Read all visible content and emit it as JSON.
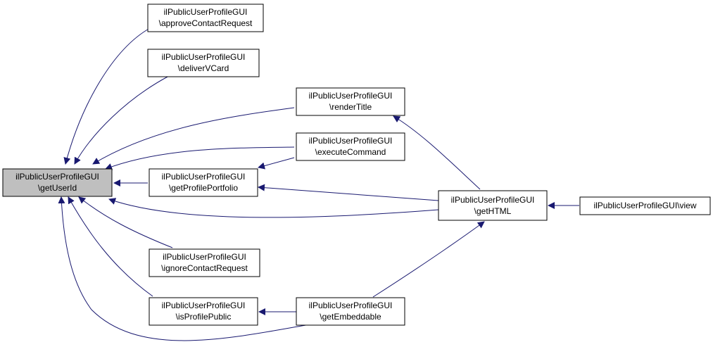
{
  "colors": {
    "edge": "#191970",
    "node_border": "#000000",
    "node_fill": "#ffffff",
    "focus_fill": "#bfbfbf",
    "background": "#ffffff"
  },
  "nodes": {
    "getUserId": {
      "line1": "ilPublicUserProfileGUI",
      "line2": "\\getUserId",
      "focused": true
    },
    "approveContactRequest": {
      "line1": "ilPublicUserProfileGUI",
      "line2": "\\approveContactRequest"
    },
    "deliverVCard": {
      "line1": "ilPublicUserProfileGUI",
      "line2": "\\deliverVCard"
    },
    "renderTitle": {
      "line1": "ilPublicUserProfileGUI",
      "line2": "\\renderTitle"
    },
    "executeCommand": {
      "line1": "ilPublicUserProfileGUI",
      "line2": "\\executeCommand"
    },
    "getProfilePortfolio": {
      "line1": "ilPublicUserProfileGUI",
      "line2": "\\getProfilePortfolio"
    },
    "getHTML": {
      "line1": "ilPublicUserProfileGUI",
      "line2": "\\getHTML"
    },
    "view": {
      "line1": "ilPublicUserProfileGUI\\view"
    },
    "ignoreContactRequest": {
      "line1": "ilPublicUserProfileGUI",
      "line2": "\\ignoreContactRequest"
    },
    "isProfilePublic": {
      "line1": "ilPublicUserProfileGUI",
      "line2": "\\isProfilePublic"
    },
    "getEmbeddable": {
      "line1": "ilPublicUserProfileGUI",
      "line2": "\\getEmbeddable"
    }
  },
  "edges": [
    {
      "from": "approveContactRequest",
      "to": "getUserId"
    },
    {
      "from": "deliverVCard",
      "to": "getUserId"
    },
    {
      "from": "renderTitle",
      "to": "getUserId"
    },
    {
      "from": "executeCommand",
      "to": "getUserId"
    },
    {
      "from": "getProfilePortfolio",
      "to": "getUserId"
    },
    {
      "from": "getHTML",
      "to": "getUserId"
    },
    {
      "from": "ignoreContactRequest",
      "to": "getUserId"
    },
    {
      "from": "isProfilePublic",
      "to": "getUserId"
    },
    {
      "from": "getEmbeddable",
      "to": "getUserId"
    },
    {
      "from": "executeCommand",
      "to": "getProfilePortfolio"
    },
    {
      "from": "getHTML",
      "to": "getProfilePortfolio"
    },
    {
      "from": "getHTML",
      "to": "renderTitle"
    },
    {
      "from": "getEmbeddable",
      "to": "getHTML"
    },
    {
      "from": "view",
      "to": "getHTML"
    },
    {
      "from": "getEmbeddable",
      "to": "isProfilePublic"
    }
  ]
}
